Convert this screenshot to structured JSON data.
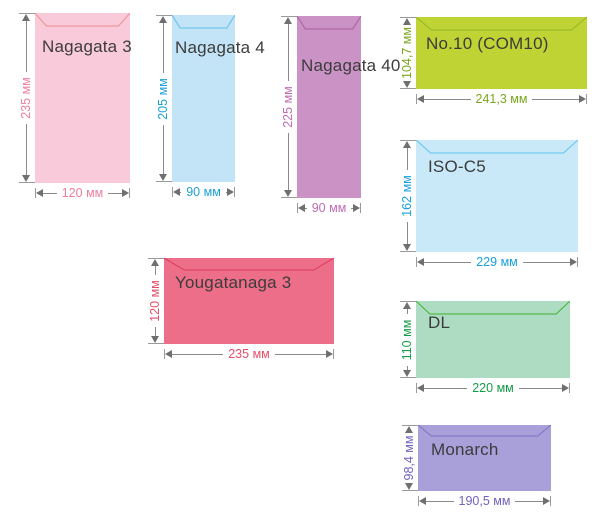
{
  "diagram": {
    "description": "Envelope size comparison diagram",
    "unit": "мм",
    "arrow_color": "#8a8a8a",
    "label_color": "#3c3c3c"
  },
  "envelopes": [
    {
      "name": "Nagagata 3",
      "height_label": "235 мм",
      "width_label": "120 мм",
      "height_mm": 235,
      "width_mm": 120,
      "fill": "#f9cbda",
      "flap_stroke": "#f08e8e",
      "dim_color": "#ee7f9d"
    },
    {
      "name": "Nagagata 4",
      "height_label": "205 мм",
      "width_label": "90 мм",
      "height_mm": 205,
      "width_mm": 90,
      "fill": "#c2e4f6",
      "flap_stroke": "#5fc0e8",
      "dim_color": "#1b9fd8"
    },
    {
      "name": "Nagagata 40",
      "height_label": "225 мм",
      "width_label": "90 мм",
      "height_mm": 225,
      "width_mm": 90,
      "fill": "#cb93c5",
      "flap_stroke": "#a75d9f",
      "dim_color": "#c06cb4"
    },
    {
      "name": "No.10 (COM10)",
      "height_label": "104,7 мм",
      "width_label": "241,3 мм",
      "height_mm": 104.7,
      "width_mm": 241.3,
      "fill": "#bfd335",
      "flap_stroke": "#96b52a",
      "dim_color": "#7aa51e"
    },
    {
      "name": "ISO-C5",
      "height_label": "162 мм",
      "width_label": "229 мм",
      "height_mm": 162,
      "width_mm": 229,
      "fill": "#c9e9f9",
      "flap_stroke": "#5fc2ee",
      "dim_color": "#18a0dc"
    },
    {
      "name": "Yougatanaga 3",
      "height_label": "120 мм",
      "width_label": "235 мм",
      "height_mm": 120,
      "width_mm": 235,
      "fill": "#ed6e88",
      "flap_stroke": "#dd3a5c",
      "dim_color": "#e64d68"
    },
    {
      "name": "DL",
      "height_label": "110 мм",
      "width_label": "220 мм",
      "height_mm": 110,
      "width_mm": 220,
      "fill": "#aedcc3",
      "flap_stroke": "#3eb32d",
      "dim_color": "#149c48"
    },
    {
      "name": "Monarch",
      "height_label": "98,4 мм",
      "width_label": "190,5 мм",
      "height_mm": 98.4,
      "width_mm": 190.5,
      "fill": "#a9a0d9",
      "flap_stroke": "#7d71c6",
      "dim_color": "#6f63bd"
    }
  ]
}
